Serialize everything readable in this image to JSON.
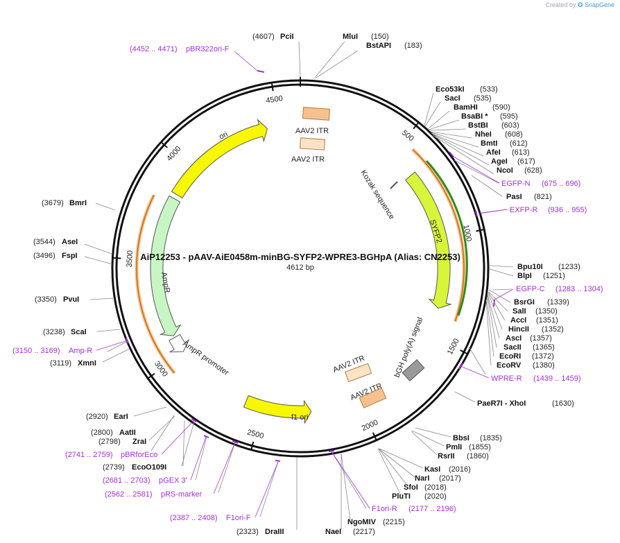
{
  "credit": {
    "prefix": "Created by",
    "brand": "SnapGene"
  },
  "plasmid": {
    "title": "AiP12253 - pAAV-AiE0458m-minBG-SYFP2-WPRE3-BGHpA (Alias: CN2253)",
    "length_label": "4612 bp",
    "length": 4612
  },
  "ticks": [
    {
      "label": "500",
      "pos": 500
    },
    {
      "label": "1000",
      "pos": 1000
    },
    {
      "label": "1500",
      "pos": 1500
    },
    {
      "label": "2000",
      "pos": 2000
    },
    {
      "label": "2500",
      "pos": 2500
    },
    {
      "label": "3000",
      "pos": 3000
    },
    {
      "label": "3500",
      "pos": 3500
    },
    {
      "label": "4000",
      "pos": 4000
    },
    {
      "label": "4500",
      "pos": 4500
    }
  ],
  "features": [
    {
      "name": "ori",
      "start": 3854,
      "end": 4442,
      "dir": 1,
      "ring": "inner",
      "color": "#f7f700"
    },
    {
      "name": "SYFP2",
      "start": 640,
      "end": 1360,
      "dir": 1,
      "ring": "inner",
      "color": "#d8f53a"
    },
    {
      "name": "AmpR",
      "start": 3100,
      "end": 3830,
      "dir": -1,
      "ring": "inner",
      "color": "#c8f5c4"
    },
    {
      "name": "f1 ori",
      "start": 2250,
      "end": 2590,
      "dir": -1,
      "ring": "inner",
      "color": "#f7f700"
    },
    {
      "name": "AmpR promoter",
      "start": 3005,
      "end": 3090,
      "dir": -1,
      "ring": "inner",
      "color": "#ffffff"
    }
  ],
  "boxes": [
    {
      "name": "AAV2 ITR",
      "color": "#f6c08f"
    },
    {
      "name": "AAV2 ITR",
      "color": "#fde3c6"
    },
    {
      "name": "AAV2 ITR",
      "color": "#fde3c6"
    },
    {
      "name": "AAV2 ITR",
      "color": "#f6c08f"
    },
    {
      "name": "bGH poly(A) signal",
      "color": "#9a9a9a"
    },
    {
      "name": "Kozak sequence",
      "color": "#888888"
    }
  ],
  "orange_arcs": [
    {
      "start": 555,
      "end": 1395
    },
    {
      "start": 2950,
      "end": 3800
    }
  ],
  "sites": [
    {
      "name": "PciI",
      "pos": "(4607)"
    },
    {
      "name": "MluI",
      "pos": "(150)"
    },
    {
      "name": "BstAPI",
      "pos": "(183)"
    },
    {
      "name": "Eco53kI",
      "pos": "(533)"
    },
    {
      "name": "SacI",
      "pos": "(535)"
    },
    {
      "name": "BamHI",
      "pos": "(590)"
    },
    {
      "name": "BsaBI *",
      "pos": "(595)"
    },
    {
      "name": "BstBI",
      "pos": "(603)"
    },
    {
      "name": "NheI",
      "pos": "(608)"
    },
    {
      "name": "BmtI",
      "pos": "(612)"
    },
    {
      "name": "AfeI",
      "pos": "(613)"
    },
    {
      "name": "AgeI",
      "pos": "(617)"
    },
    {
      "name": "NcoI",
      "pos": "(628)"
    },
    {
      "name": "PasI",
      "pos": "(821)"
    },
    {
      "name": "Bpu10I",
      "pos": "(1233)"
    },
    {
      "name": "BlpI",
      "pos": "(1251)"
    },
    {
      "name": "BsrGI",
      "pos": "(1339)"
    },
    {
      "name": "SalI",
      "pos": "(1350)"
    },
    {
      "name": "AccI",
      "pos": "(1351)"
    },
    {
      "name": "HincII",
      "pos": "(1352)"
    },
    {
      "name": "AscI",
      "pos": "(1357)"
    },
    {
      "name": "SacII",
      "pos": "(1365)"
    },
    {
      "name": "EcoRI",
      "pos": "(1372)"
    },
    {
      "name": "EcoRV",
      "pos": "(1380)"
    },
    {
      "name": "PaeR7I - XhoI",
      "pos": "(1630)"
    },
    {
      "name": "BbsI",
      "pos": "(1835)"
    },
    {
      "name": "PmlI",
      "pos": "(1855)"
    },
    {
      "name": "RsrII",
      "pos": "(1860)"
    },
    {
      "name": "KasI",
      "pos": "(2016)"
    },
    {
      "name": "NarI",
      "pos": "(2017)"
    },
    {
      "name": "SfoI",
      "pos": "(2018)"
    },
    {
      "name": "PluTI",
      "pos": "(2020)"
    },
    {
      "name": "NgoMIV",
      "pos": "(2215)"
    },
    {
      "name": "NaeI",
      "pos": "(2217)"
    },
    {
      "name": "DraIII",
      "pos": "(2323)"
    },
    {
      "name": "EcoO109I",
      "pos": "(2739)"
    },
    {
      "name": "ZraI",
      "pos": "(2798)"
    },
    {
      "name": "AatII",
      "pos": "(2800)"
    },
    {
      "name": "EarI",
      "pos": "(2920)"
    },
    {
      "name": "XmnI",
      "pos": "(3119)"
    },
    {
      "name": "ScaI",
      "pos": "(3238)"
    },
    {
      "name": "PvuI",
      "pos": "(3350)"
    },
    {
      "name": "FspI",
      "pos": "(3496)"
    },
    {
      "name": "AseI",
      "pos": "(3544)"
    },
    {
      "name": "BmrI",
      "pos": "(3679)"
    }
  ],
  "primers": [
    {
      "name": "pBR322ori-F",
      "range": "(4452 .. 4471)"
    },
    {
      "name": "EGFP-N",
      "range": "(675 .. 696)"
    },
    {
      "name": "EXFP-R",
      "range": "(936 .. 955)"
    },
    {
      "name": "EGFP-C",
      "range": "(1283 .. 1304)"
    },
    {
      "name": "WPRE-R",
      "range": "(1439 .. 1459)"
    },
    {
      "name": "F1ori-R",
      "range": "(2177 .. 2196)"
    },
    {
      "name": "F1ori-F",
      "range": "(2387 .. 2408)"
    },
    {
      "name": "pRS-marker",
      "range": "(2562 .. 2581)"
    },
    {
      "name": "pGEX 3'",
      "range": "(2681 .. 2703)"
    },
    {
      "name": "pBRforEco",
      "range": "(2741 .. 2759)"
    },
    {
      "name": "Amp-R",
      "range": "(3150 .. 3169)"
    }
  ]
}
